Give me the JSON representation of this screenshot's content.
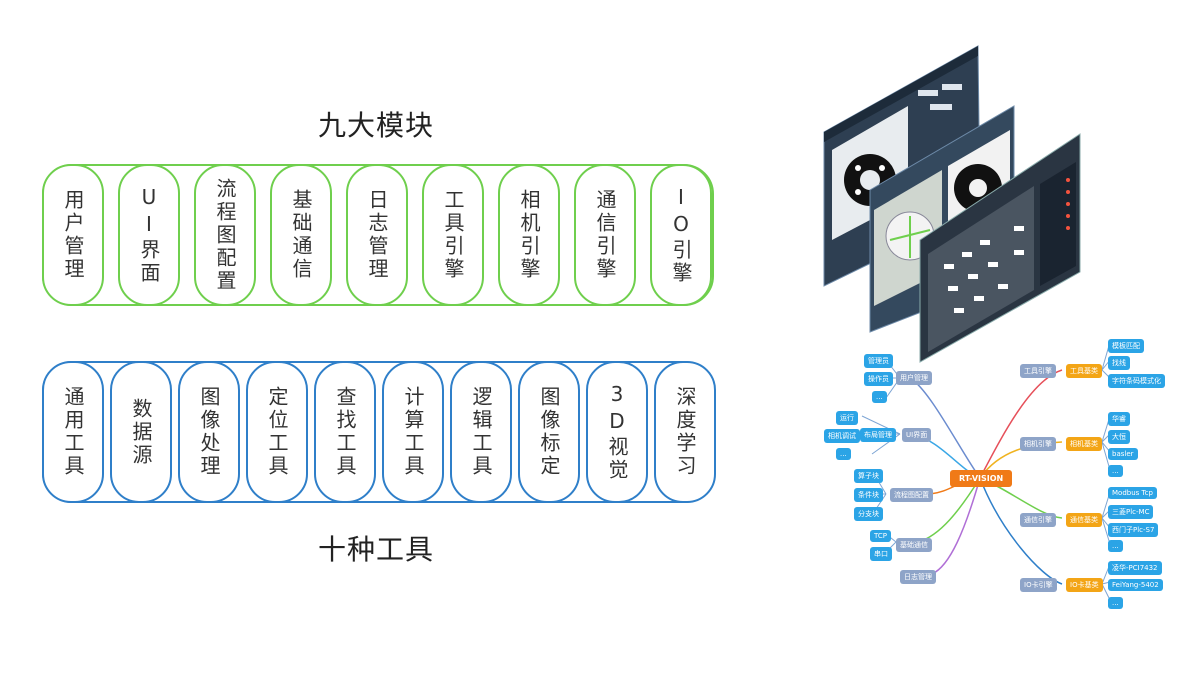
{
  "modules": {
    "title": "九大模块",
    "items": [
      "用户管理",
      "UI界面",
      "流程图配置",
      "基础通信",
      "日志管理",
      "工具引擎",
      "相机引擎",
      "通信引擎",
      "IO引擎"
    ]
  },
  "tools": {
    "title": "十种工具",
    "items": [
      "通用工具",
      "数据源",
      "图像处理",
      "定位工具",
      "查找工具",
      "计算工具",
      "逻辑工具",
      "图像标定",
      "3D视觉",
      "深度学习"
    ]
  },
  "mindmap": {
    "center": "RT-VISION",
    "left": [
      {
        "label": "用户管理",
        "children": [
          "管理员",
          "操作员",
          "..."
        ]
      },
      {
        "label": "UI界面",
        "branch": "布局管理",
        "children": [
          "运行",
          "相机调试",
          "..."
        ]
      },
      {
        "label": "流程图配置",
        "children": [
          "算子块",
          "条件块",
          "分支块"
        ]
      },
      {
        "label": "基础通信",
        "children": [
          "TCP",
          "串口"
        ]
      },
      {
        "label": "日志管理",
        "children": []
      }
    ],
    "right": [
      {
        "label": "工具引擎",
        "branch": "工具基类",
        "children": [
          "模板匹配",
          "找线",
          "字符条码模式化"
        ]
      },
      {
        "label": "相机引擎",
        "branch": "相机基类",
        "children": [
          "华睿",
          "大恒",
          "basler",
          "..."
        ]
      },
      {
        "label": "通信引擎",
        "branch": "通信基类",
        "children": [
          "Modbus Tcp",
          "三菱Plc-MC",
          "西门子Plc-S7",
          "..."
        ]
      },
      {
        "label": "IO卡引擎",
        "branch": "IO卡基类",
        "children": [
          "凌华-PCI7432",
          "FeiYang-5402",
          "..."
        ]
      }
    ]
  },
  "colors": {
    "green": "#6fcf4d",
    "blue": "#2f7fc9",
    "orange": "#f07a17"
  }
}
